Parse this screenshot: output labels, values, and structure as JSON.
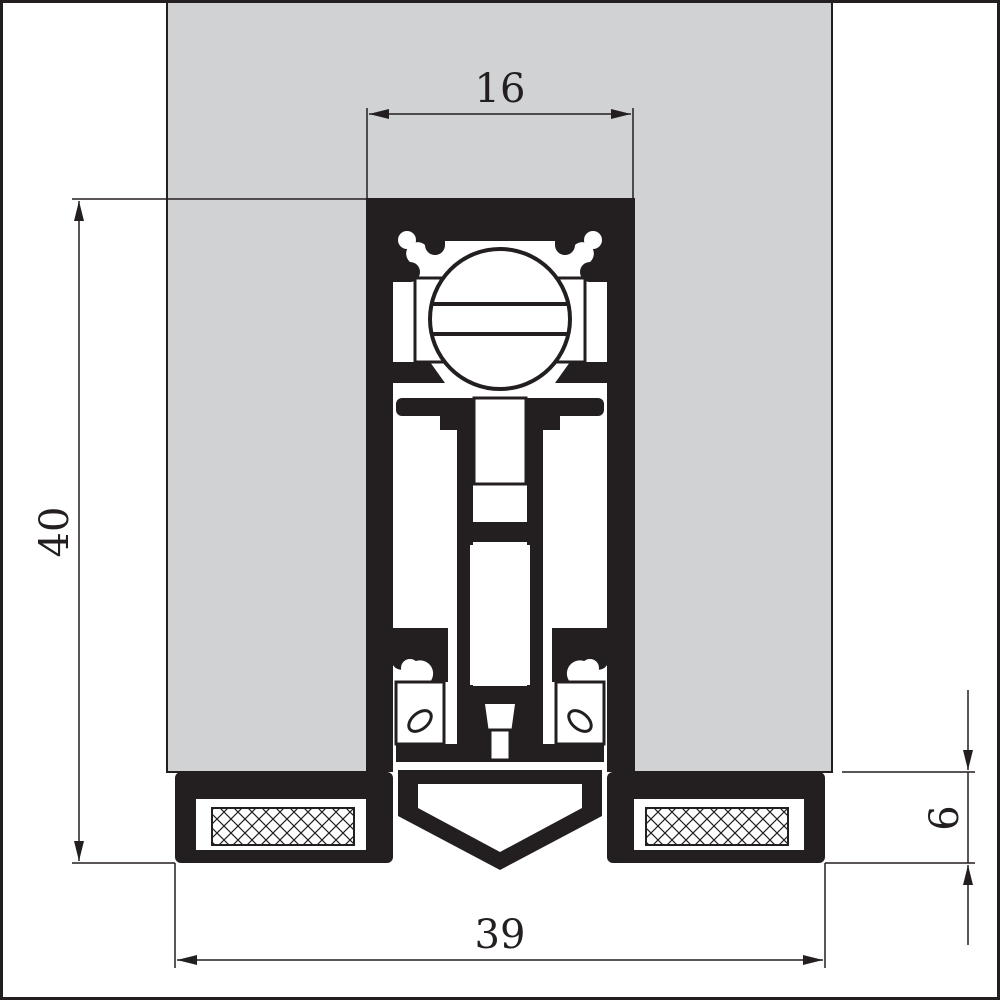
{
  "colors": {
    "frame": "#231f20",
    "door_fill": "#d1d2d4",
    "profile": "#231f20",
    "background": "#ffffff"
  },
  "dimensions": {
    "top_width": "16",
    "height": "40",
    "bottom_width": "39",
    "side_height": "6"
  }
}
